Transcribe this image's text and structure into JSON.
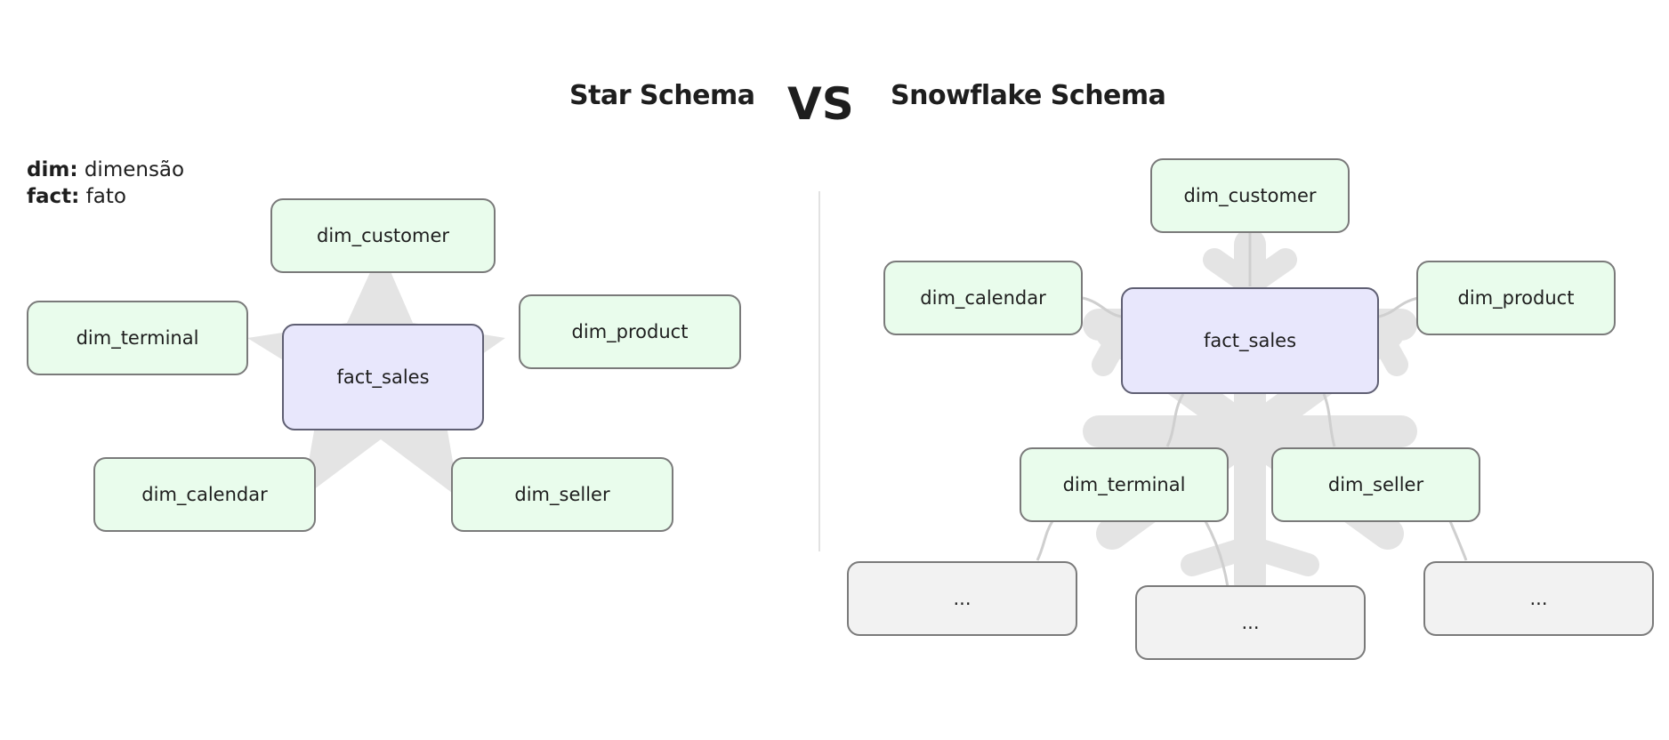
{
  "titles": {
    "star": "Star Schema",
    "vs": "VS",
    "snowflake": "Snowflake Schema"
  },
  "legend": {
    "dim_key": "dim:",
    "dim_value": "dimensão",
    "fact_key": "fact:",
    "fact_value": "fato"
  },
  "star": {
    "fact": "fact_sales",
    "dims": {
      "customer": "dim_customer",
      "terminal": "dim_terminal",
      "product": "dim_product",
      "calendar": "dim_calendar",
      "seller": "dim_seller"
    }
  },
  "snowflake": {
    "fact": "fact_sales",
    "dims": {
      "customer": "dim_customer",
      "calendar": "dim_calendar",
      "product": "dim_product",
      "terminal": "dim_terminal",
      "seller": "dim_seller"
    },
    "subdims": [
      "...",
      "...",
      "..."
    ]
  },
  "colors": {
    "dimension_fill": "#e9fcec",
    "fact_fill": "#e8e7fc",
    "subdimension_fill": "#f2f2f2",
    "background_shape": "#e4e4e4"
  }
}
